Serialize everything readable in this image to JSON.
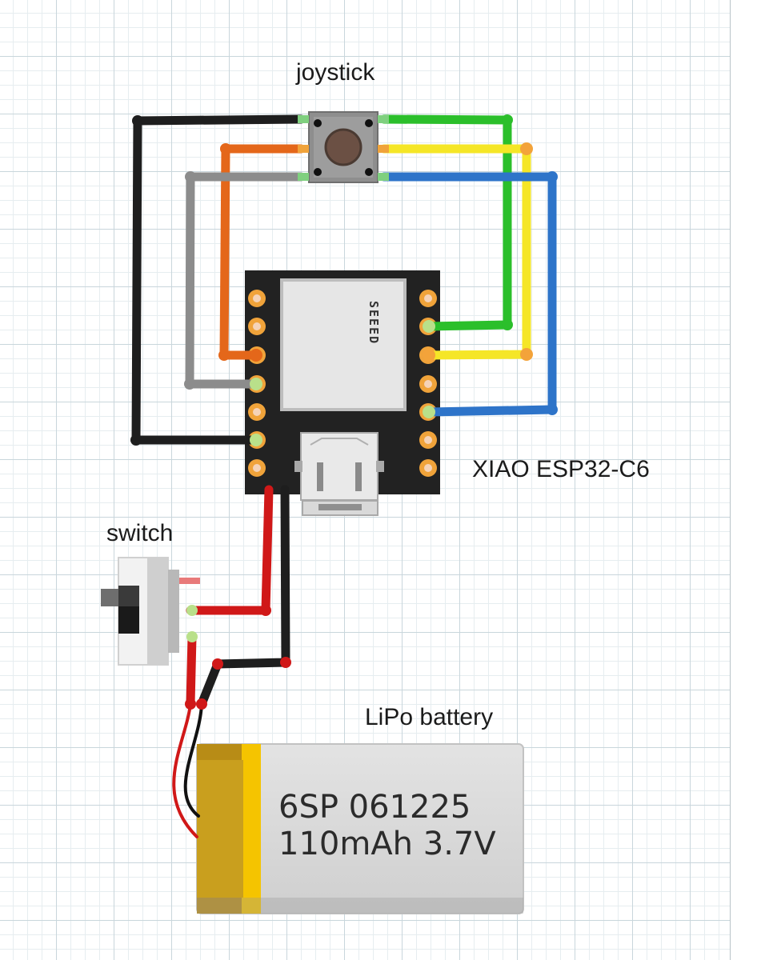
{
  "labels": {
    "joystick": "joystick",
    "board": "XIAO ESP32-C6",
    "switch": "switch",
    "battery": "LiPo battery"
  },
  "board_brand": "SEEED",
  "battery_marking": {
    "line1": "6SP 061225",
    "line2": "110mAh 3.7V"
  },
  "colors": {
    "wire_black": "#1e1e1e",
    "wire_orange": "#e4671a",
    "wire_gray": "#8c8c8c",
    "wire_green": "#2bbf2b",
    "wire_yellow": "#f5e627",
    "wire_blue": "#2e74c9",
    "wire_red": "#d01818",
    "board": "#222222",
    "pad": "#f0a33a",
    "battery_body": "#d7d7d7",
    "battery_tape": "#b88c16"
  }
}
